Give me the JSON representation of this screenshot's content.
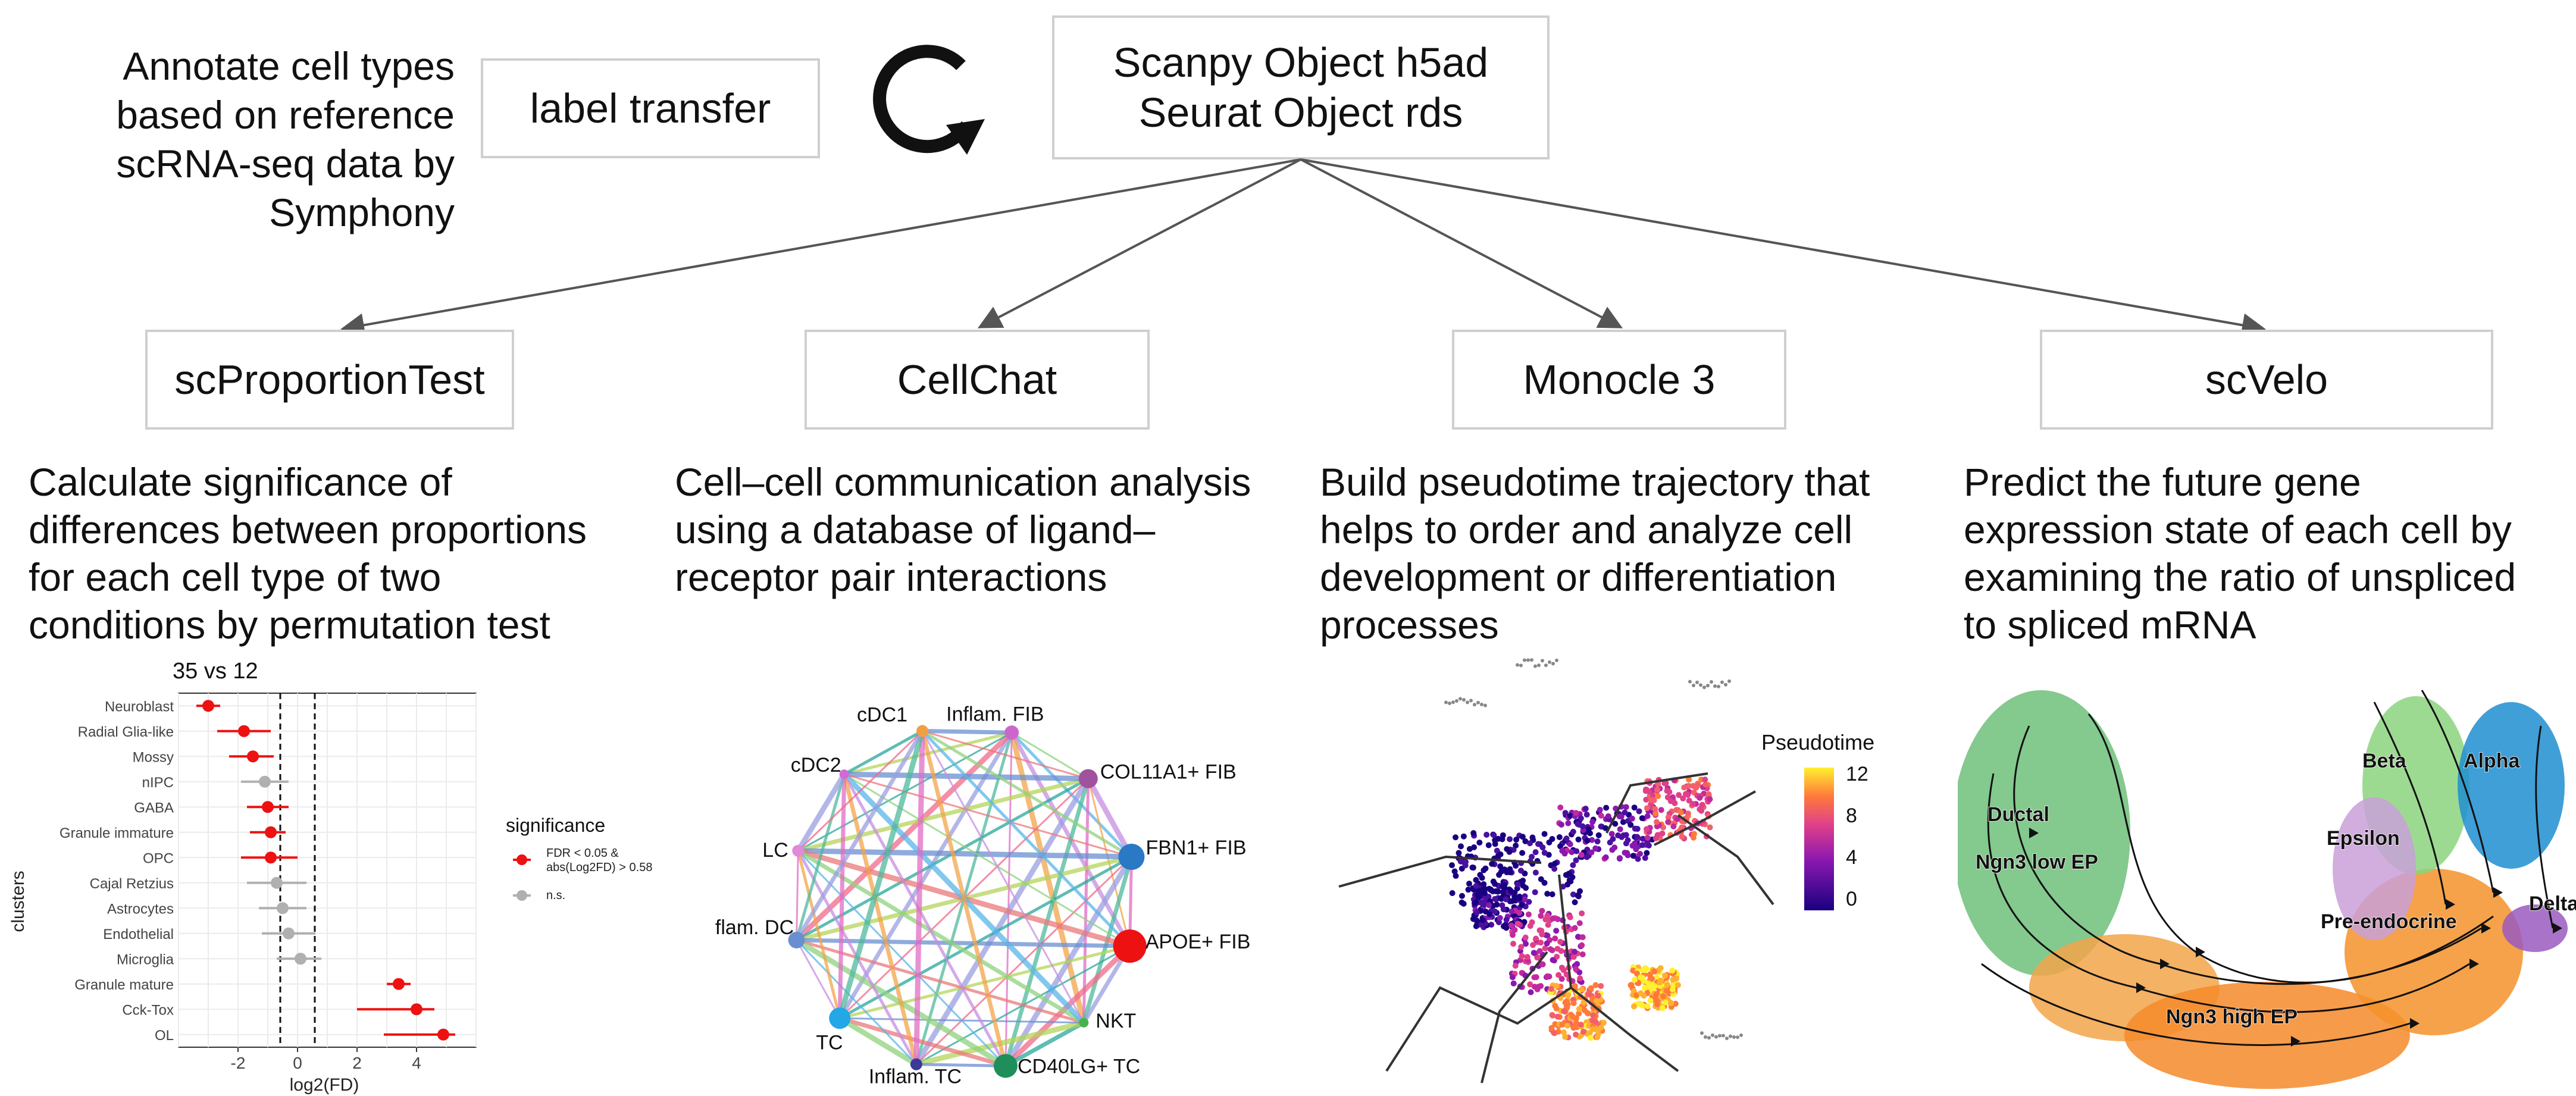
{
  "intro_text": "Annotate cell types\nbased on reference\nscRNA-seq data by\nSymphony",
  "label_transfer_box": "label transfer",
  "root_box": "Scanpy Object h5ad\nSeurat Object rds",
  "tools": [
    {
      "name": "scProportionTest",
      "description": "Calculate significance of\ndifferences between proportions\nfor each cell type of two\nconditions by permutation test"
    },
    {
      "name": "CellChat",
      "description": "Cell–cell communication analysis\nusing a database of ligand–\nreceptor pair interactions"
    },
    {
      "name": "Monocle 3",
      "description": "Build pseudotime trajectory that\nhelps to order and analyze cell\ndevelopment or differentiation\nprocesses"
    },
    {
      "name": "scVelo",
      "description": "Predict the future gene\nexpression state of each cell by\nexamining the ratio of unspliced\nto spliced mRNA"
    }
  ],
  "colors": {
    "box_border": "#cfcfcf",
    "arrow": "#555555",
    "significant": "#ee1111",
    "ns": "#b0b0b0"
  },
  "proportion_chart": {
    "chart_data": {
      "type": "scatter",
      "title": "35 vs 12",
      "xlabel": "log2(FD)",
      "ylabel": "clusters",
      "xlim": [
        -4,
        6
      ],
      "x_ticks": [
        -2,
        0,
        2,
        4
      ],
      "reference_lines": [
        -0.58,
        0.58
      ],
      "grid": true,
      "legend_title": "significance",
      "legend_entries": [
        "FDR < 0.05 &\nabs(Log2FD) > 0.58",
        "n.s."
      ],
      "legend_position": "right",
      "categories": [
        "Neuroblast",
        "Radial Glia-like",
        "Mossy",
        "nIPC",
        "GABA",
        "Granule immature",
        "OPC",
        "Cajal Retzius",
        "Astrocytes",
        "Endothelial",
        "Microglia",
        "Granule mature",
        "Cck-Tox",
        "OL"
      ],
      "values": [
        -3.0,
        -1.8,
        -1.5,
        -1.1,
        -1.0,
        -0.9,
        -0.9,
        -0.7,
        -0.5,
        -0.3,
        0.1,
        3.4,
        4.0,
        4.9
      ],
      "ci_low": [
        -3.4,
        -2.7,
        -2.3,
        -1.9,
        -1.7,
        -1.6,
        -1.9,
        -1.7,
        -1.3,
        -1.2,
        -0.7,
        3.0,
        2.0,
        2.9
      ],
      "ci_high": [
        -2.6,
        -0.9,
        -0.8,
        -0.3,
        -0.3,
        -0.4,
        0.0,
        0.3,
        0.3,
        0.6,
        0.8,
        3.8,
        4.6,
        5.3
      ],
      "significant": [
        true,
        true,
        true,
        false,
        true,
        true,
        true,
        false,
        false,
        false,
        false,
        true,
        true,
        true
      ]
    }
  },
  "cellchat": {
    "nodes": [
      {
        "label": "Inflam. FIB",
        "color": "#cc66cc"
      },
      {
        "label": "COL11A1+ FIB",
        "color": "#a0529e"
      },
      {
        "label": "FBN1+ FIB",
        "color": "#2a79c4"
      },
      {
        "label": "APOE+ FIB",
        "color": "#ee1111"
      },
      {
        "label": "NKT",
        "color": "#44b449"
      },
      {
        "label": "CD40LG+ TC",
        "color": "#1e8f5a"
      },
      {
        "label": "Inflam. TC",
        "color": "#3a3a9a"
      },
      {
        "label": "TC",
        "color": "#23a7e6"
      },
      {
        "label": "Inflam. DC",
        "color": "#6a8fd0"
      },
      {
        "label": "LC",
        "color": "#e18ad8"
      },
      {
        "label": "cDC2",
        "color": "#d06ad6"
      },
      {
        "label": "cDC1",
        "color": "#f0a040"
      }
    ]
  },
  "monocle": {
    "legend_title": "Pseudotime",
    "legend_ticks": [
      "12",
      "8",
      "4",
      "0"
    ]
  },
  "scvelo": {
    "labels": [
      "Ductal",
      "Ngn3 low EP",
      "Ngn3 high EP",
      "Pre-endocrine",
      "Beta",
      "Alpha",
      "Epsilon",
      "Delta"
    ]
  }
}
